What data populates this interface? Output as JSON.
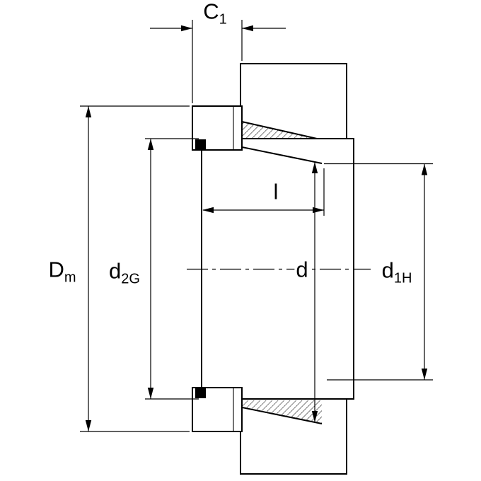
{
  "drawing": {
    "type": "engineering-cross-section-adapter-sleeve",
    "background_color": "#ffffff",
    "line_color": "#000000",
    "dimension_labels": {
      "c1": {
        "main": "C",
        "sub": "1"
      },
      "dm": {
        "main": "D",
        "sub": "m"
      },
      "d2g": {
        "main": "d",
        "sub": "2G"
      },
      "l": {
        "main": "l",
        "sub": ""
      },
      "d": {
        "main": "d",
        "sub": ""
      },
      "d1h": {
        "main": "d",
        "sub": "1H"
      }
    }
  }
}
